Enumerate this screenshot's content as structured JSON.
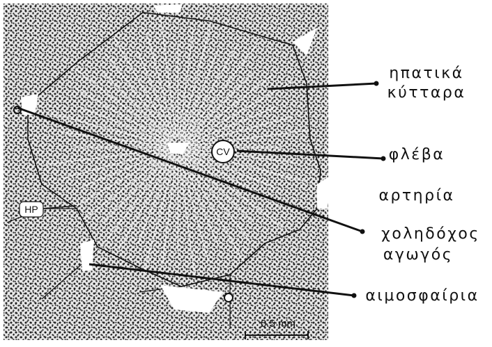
{
  "figure": {
    "callouts": {
      "cv": "CV",
      "hp": "HP"
    },
    "labels": {
      "hepatocytes_line1": "ηπατικά",
      "hepatocytes_line2": "κύτταρα",
      "vein": "φλέβα",
      "artery": "αρτηρία",
      "bile_duct_line1": "χοληδόχος",
      "bile_duct_line2": "αγωγός",
      "sinusoids": "αιμοσφαίρια"
    },
    "scale_bar": {
      "label": "0.5 mm"
    }
  },
  "colors": {
    "ink": "#111111",
    "paper": "#ffffff",
    "tissue": "#dedede"
  }
}
